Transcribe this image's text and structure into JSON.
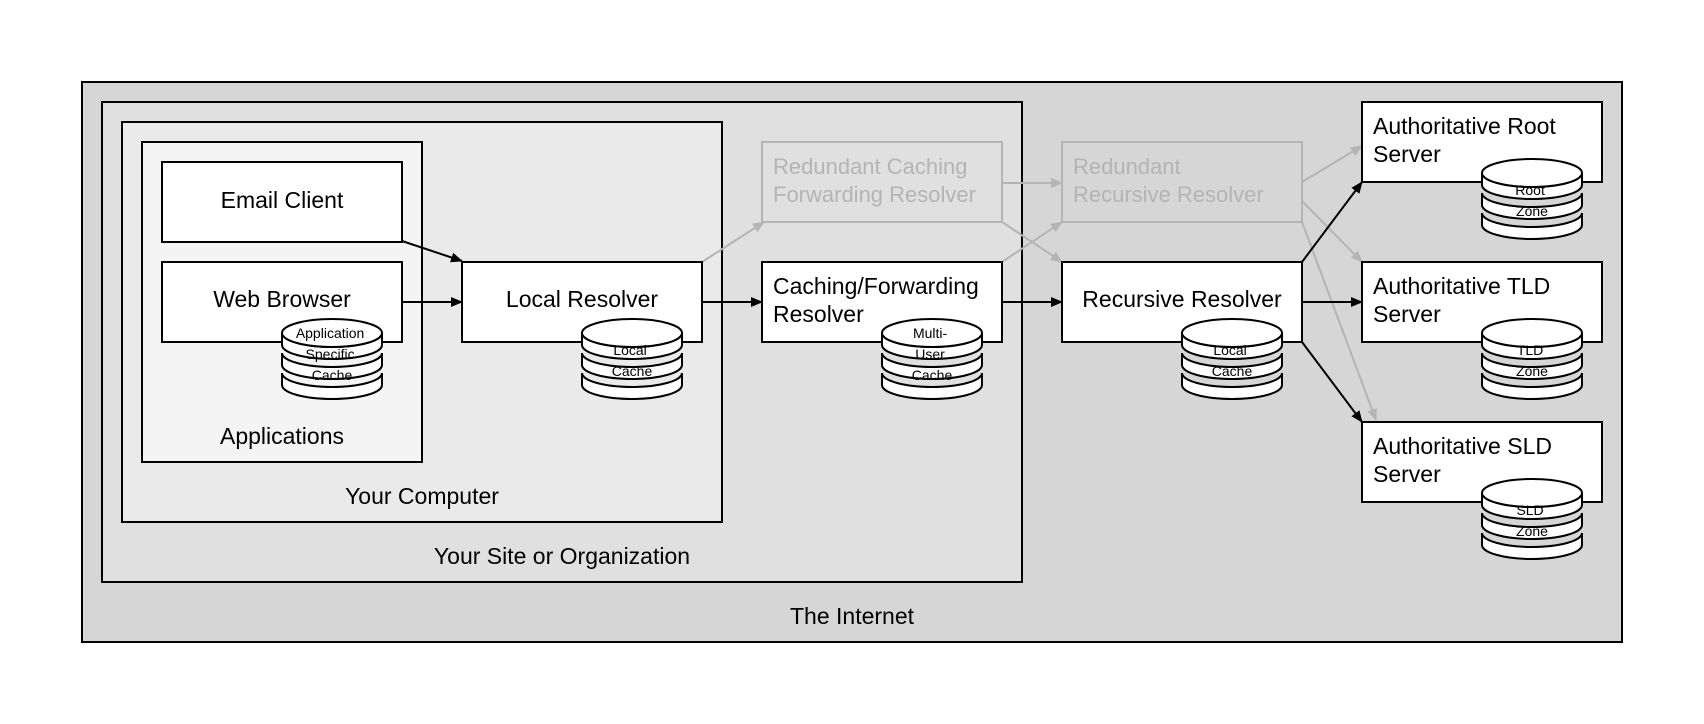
{
  "regions": {
    "internet": "The Internet",
    "organization": "Your Site or Organization",
    "computer": "Your Computer",
    "applications": "Applications"
  },
  "nodes": {
    "email_client": "Email Client",
    "web_browser": "Web Browser",
    "local_resolver": "Local Resolver",
    "caching_forwarding": [
      "Caching/Forwarding",
      "Resolver"
    ],
    "redundant_caching": [
      "Redundant Caching",
      "Forwarding Resolver"
    ],
    "redundant_recursive": [
      "Redundant",
      "Recursive Resolver"
    ],
    "recursive_resolver": "Recursive Resolver",
    "auth_root": [
      "Authoritative Root",
      "Server"
    ],
    "auth_tld": [
      "Authoritative TLD",
      "Server"
    ],
    "auth_sld": [
      "Authoritative SLD",
      "Server"
    ]
  },
  "caches": {
    "application": [
      "Application",
      "Specific",
      "Cache"
    ],
    "local": [
      "Local",
      "Cache"
    ],
    "multi_user": [
      "Multi-",
      "User",
      "Cache"
    ],
    "recursive_local": [
      "Local",
      "Cache"
    ],
    "root_zone": [
      "Root",
      "Zone"
    ],
    "tld_zone": [
      "TLD",
      "Zone"
    ],
    "sld_zone": [
      "SLD",
      "Zone"
    ]
  },
  "colors": {
    "internet_bg": "#d6d6d6",
    "organization_bg": "#e0e0e0",
    "computer_bg": "#eaeaea",
    "applications_bg": "#f4f4f4",
    "ghost": "#b4b4b4"
  }
}
